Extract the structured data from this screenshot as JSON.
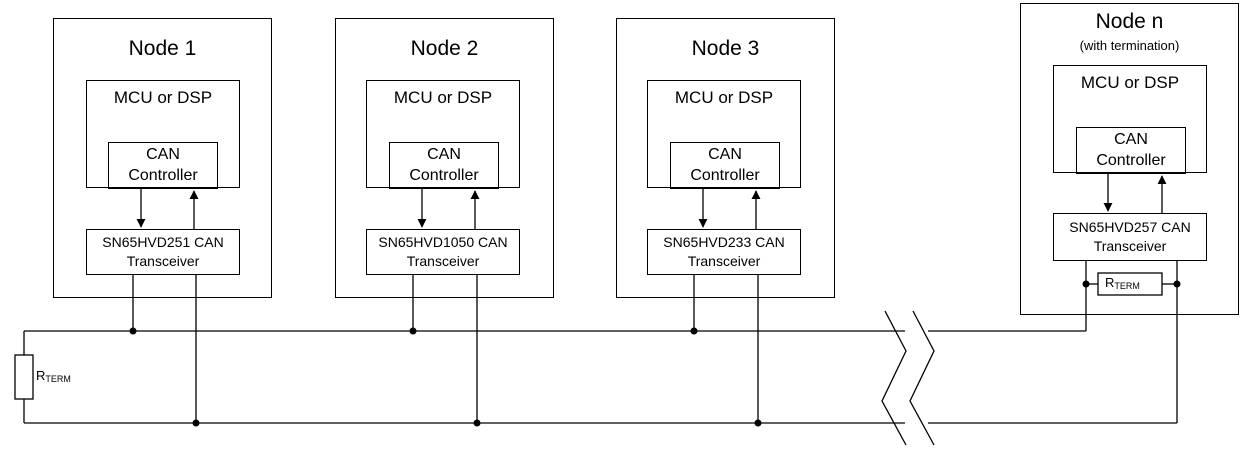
{
  "nodes": [
    {
      "title": "Node 1",
      "subtitle": "",
      "mcu": "MCU or DSP",
      "controller_line1": "CAN",
      "controller_line2": "Controller",
      "transceiver_line1": "SN65HVD251 CAN",
      "transceiver_line2": "Transceiver"
    },
    {
      "title": "Node 2",
      "subtitle": "",
      "mcu": "MCU or DSP",
      "controller_line1": "CAN",
      "controller_line2": "Controller",
      "transceiver_line1": "SN65HVD1050 CAN",
      "transceiver_line2": "Transceiver"
    },
    {
      "title": "Node 3",
      "subtitle": "",
      "mcu": "MCU or DSP",
      "controller_line1": "CAN",
      "controller_line2": "Controller",
      "transceiver_line1": "SN65HVD233 CAN",
      "transceiver_line2": "Transceiver"
    },
    {
      "title": "Node n",
      "subtitle": "(with termination)",
      "mcu": "MCU or DSP",
      "controller_line1": "CAN",
      "controller_line2": "Controller",
      "transceiver_line1": "SN65HVD257 CAN",
      "transceiver_line2": "Transceiver"
    }
  ],
  "resistors": {
    "label_main": "R",
    "label_sub": "TERM"
  }
}
